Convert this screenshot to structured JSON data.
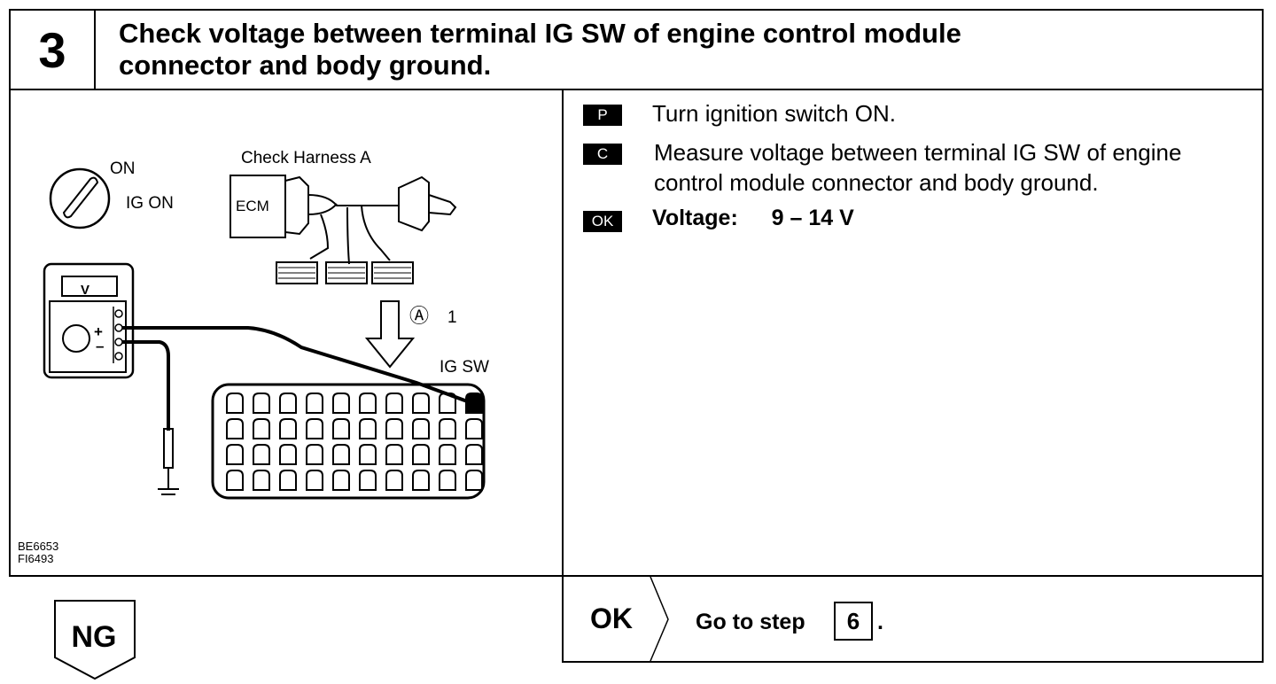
{
  "header": {
    "step_number": "3",
    "title_line1": "Check voltage between terminal IG SW of engine control module",
    "title_line2": "connector and body ground."
  },
  "procedure": [
    {
      "badge": "P",
      "text_lines": [
        "Turn ignition switch ON."
      ]
    },
    {
      "badge": "C",
      "text_lines": [
        "Measure voltage between terminal IG SW of engine",
        "control module connector and body ground."
      ]
    },
    {
      "badge": "OK",
      "label": "Voltage:",
      "value": "9 – 14 V"
    }
  ],
  "diagram": {
    "switch_on_label": "ON",
    "ig_on_label": "IG ON",
    "harness_label": "Check Harness A",
    "ecm_label": "ECM",
    "meter_label": "V",
    "connector_callout": "Ⓐ",
    "connector_pin": "1",
    "ig_sw_label": "IG SW",
    "plus_sign": "+",
    "minus_sign": "–",
    "code1": "BE6653",
    "code2": "FI6493"
  },
  "result_ok": {
    "label": "OK",
    "text": "Go to step",
    "step": "6",
    "period": "."
  },
  "result_ng": {
    "label": "NG"
  }
}
